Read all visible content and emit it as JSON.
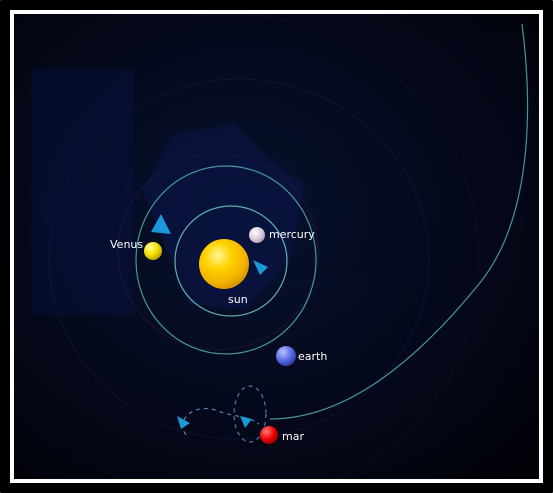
{
  "labels": {
    "sun": "sun",
    "mercury": "mercury",
    "venus": "Venus",
    "earth": "earth",
    "mars": "mar"
  },
  "colors": {
    "background": "#03061a",
    "sun": "#f2c400",
    "mercury": "#d7c7d9",
    "venus": "#f5df00",
    "earth": "#5567e5",
    "mars": "#f20000",
    "orbit_mercury": "#6ac1bd",
    "orbit_venus": "#50afaa",
    "orbit_outer": "#4ea5a4",
    "arrow": "#1a98d8"
  },
  "icons": {
    "sun": "sun-icon",
    "mercury": "mercury-planet-icon",
    "venus": "venus-planet-icon",
    "earth": "earth-planet-icon",
    "mars": "mars-planet-icon",
    "arrow": "direction-arrow-icon"
  }
}
